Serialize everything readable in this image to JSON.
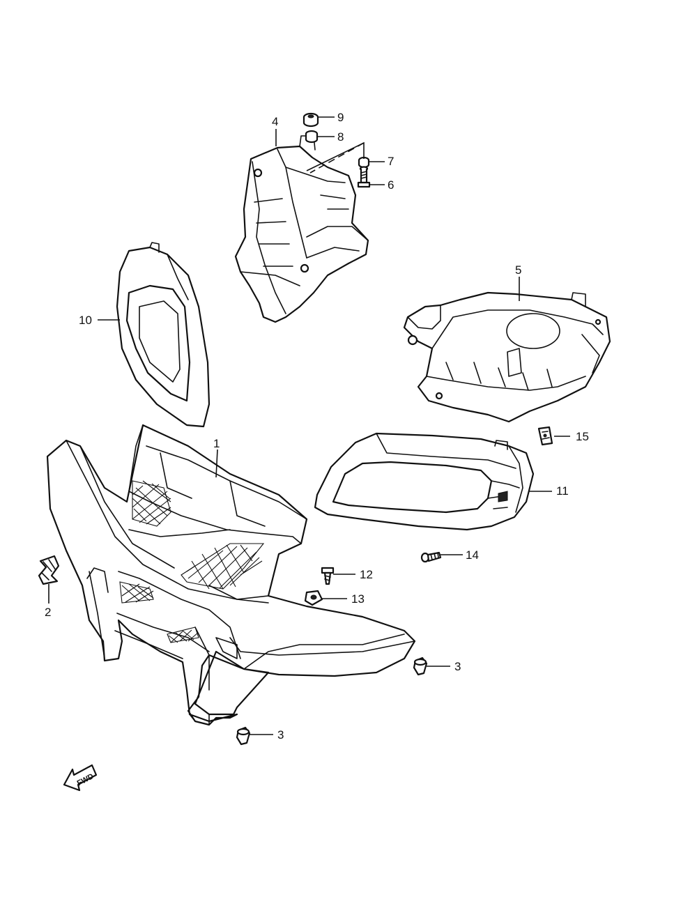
{
  "callouts": {
    "c1": "1",
    "c2": "2",
    "c3a": "3",
    "c3b": "3",
    "c4": "4",
    "c5": "5",
    "c6": "6",
    "c7": "7",
    "c8": "8",
    "c9": "9",
    "c10": "10",
    "c11": "11",
    "c12": "12",
    "c13": "13",
    "c14": "14",
    "c15": "15"
  },
  "fwd_arrow": {
    "label": "FWD"
  },
  "colors": {
    "line": "#111111",
    "background": "#ffffff"
  }
}
